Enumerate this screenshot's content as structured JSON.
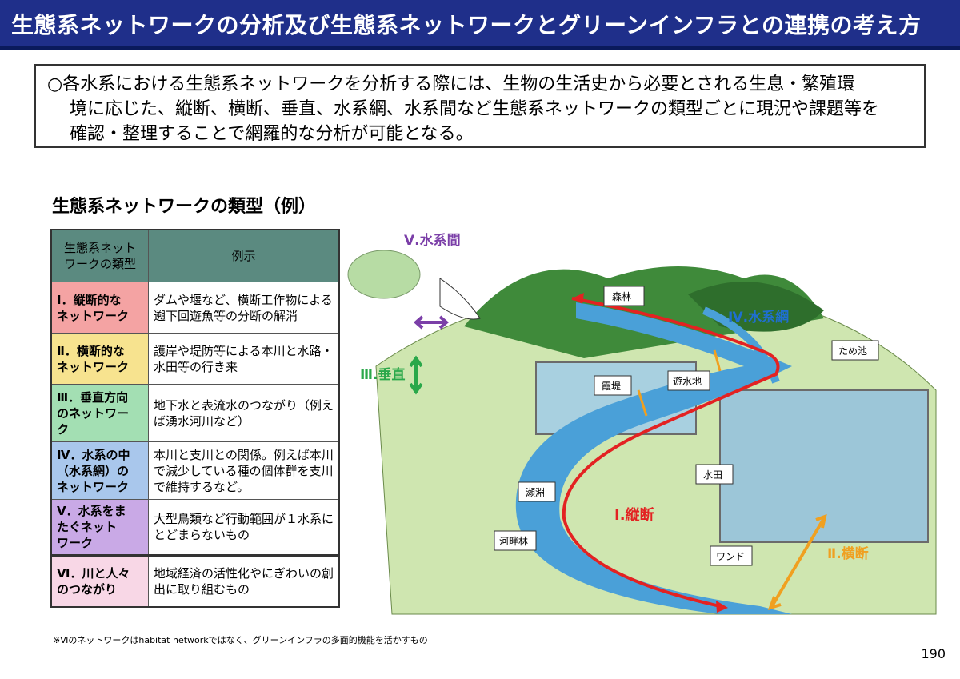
{
  "header": {
    "title": "生態系ネットワークの分析及び生態系ネットワークとグリーンインフラとの連携の考え方"
  },
  "summary": {
    "line1": "○各水系における生態系ネットワークを分析する際には、生物の生活史から必要とされる生息・繁殖環",
    "line2": "境に応じた、縦断、横断、垂直、水系網、水系間など生態系ネットワークの類型ごとに現況や課題等を",
    "line3": "確認・整理することで網羅的な分析が可能となる。"
  },
  "section_title": "生態系ネットワークの類型（例）",
  "table": {
    "headers": [
      "生態系ネット\nワークの類型",
      "例示"
    ],
    "rows": [
      {
        "name": "Ⅰ．縦断的な\nネットワーク",
        "example": "ダムや堰など、横断工作物による遡下回遊魚等の分断の解消"
      },
      {
        "name": "Ⅱ．横断的な\nネットワーク",
        "example": "護岸や堤防等による本川と水路・水田等の行き来"
      },
      {
        "name": "Ⅲ．垂直方向\nのネットワー\nク",
        "example": "地下水と表流水のつながり（例えば湧水河川など）"
      },
      {
        "name": "Ⅳ．水系の中\n（水系網）の\nネットワーク",
        "example": "本川と支川との関係。例えば本川で減少している種の個体群を支川で維持するなど。"
      },
      {
        "name": "Ⅴ．水系をま\nたぐネット\nワーク",
        "example": "大型鳥類など行動範囲が１水系にとどまらないもの"
      },
      {
        "name": "Ⅵ．川と人々\nのつながり",
        "example": "地域経済の活性化やにぎわいの創出に取り組むもの"
      }
    ]
  },
  "note": "※Ⅵのネットワークはhabitat networkではなく、グリーンインフラの多面的機能を活かすもの",
  "page_number": "190",
  "illustration": {
    "labels": {
      "v": "Ⅴ.水系間",
      "iv": "Ⅳ.水系網",
      "iii": "Ⅲ.垂直",
      "i": "Ⅰ.縦断",
      "ii": "Ⅱ.横断",
      "forest": "森林",
      "pond": "ため池",
      "kasumitei": "霞堤",
      "yusuichi": "遊水地",
      "paddy": "水田",
      "seburi": "瀬淵",
      "kahanrin": "河畔林",
      "wando": "ワンド"
    },
    "colors": {
      "red": "#e32222",
      "orange": "#f0a020",
      "purple": "#7b3fa8",
      "green": "#2aa84a",
      "blue": "#1f6fd0"
    }
  }
}
